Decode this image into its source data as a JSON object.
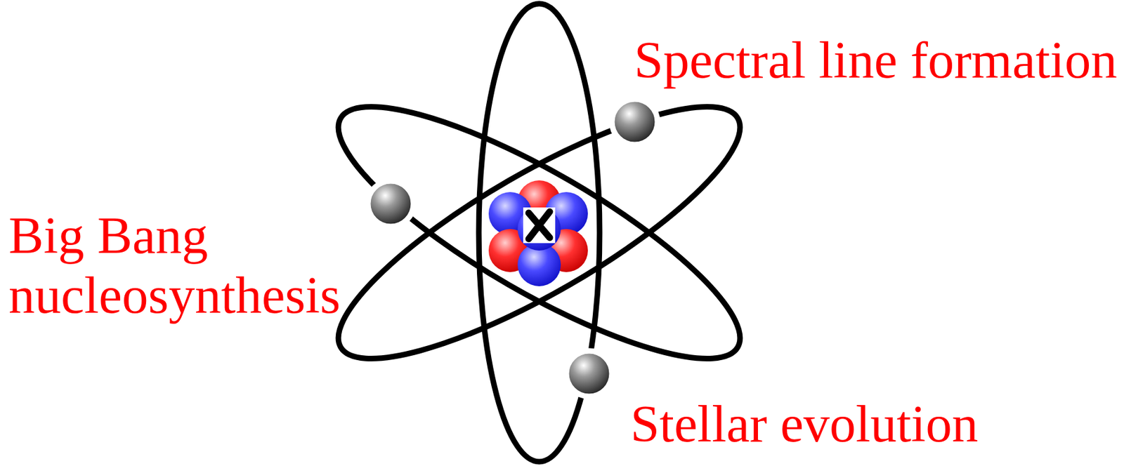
{
  "diagram": {
    "labels": [
      "Spectral line formation",
      "Big Bang nucleosynthesis",
      "Stellar evolution"
    ]
  }
}
